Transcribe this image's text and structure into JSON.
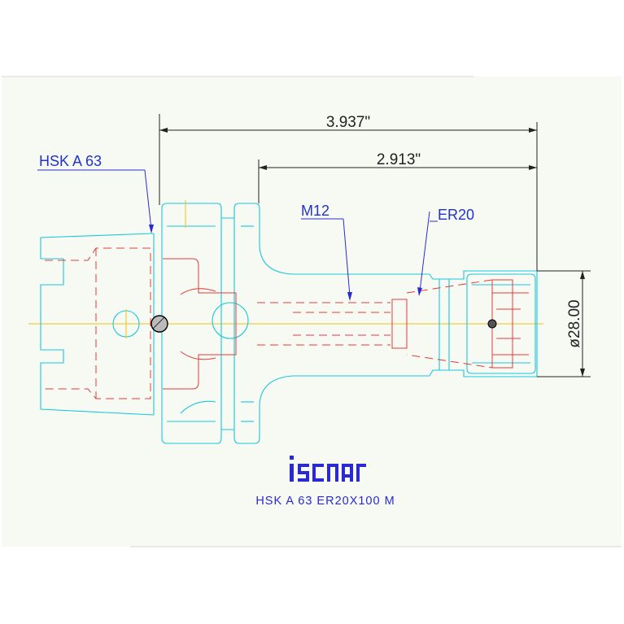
{
  "dimensions": {
    "overall_length": "3.937\"",
    "gauge_length": "2.913\"",
    "diameter": "ø28.00"
  },
  "callouts": {
    "taper": "HSK  A  63",
    "thread": "M12",
    "collet": "ER20"
  },
  "logo": {
    "text": "iscar"
  },
  "caption": "HSK  A  63  ER20X100  M",
  "colors": {
    "background": "#f7f9f3",
    "outline": "#19c9d9",
    "hidden_lines": "#e43a3a",
    "annotation": "#2a2ad0",
    "centerline": "#e8c417"
  }
}
